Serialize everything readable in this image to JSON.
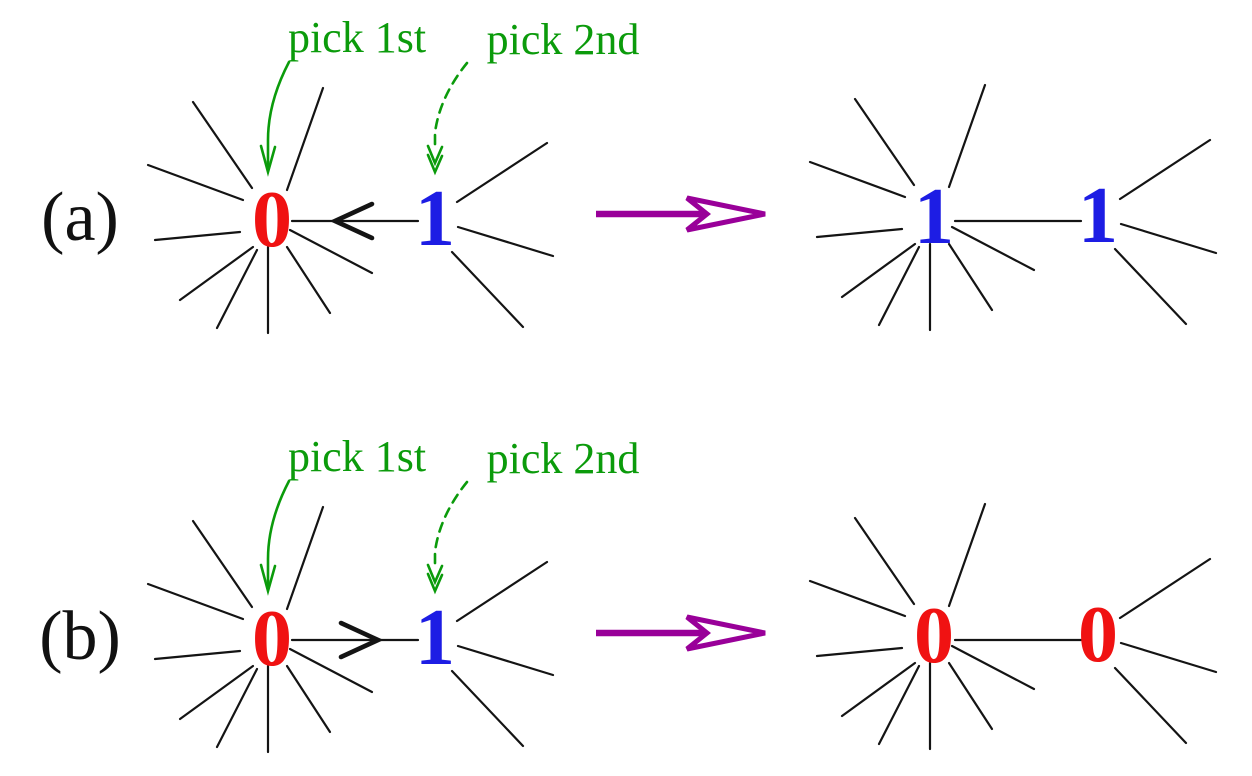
{
  "figure": {
    "description": "Two-panel node-update diagram: pick 1st node then pick 2nd node; state copied along the marked edge, producing the graph on the right.",
    "colors": {
      "red": "#f01212",
      "blue": "#1d1de4",
      "green": "#0b9b0b",
      "purple": "#990099",
      "line": "#141414"
    },
    "panels": [
      {
        "id": "a",
        "label": "(a)",
        "annotations": {
          "pick_first": "pick 1st",
          "pick_second": "pick 2nd"
        },
        "before": {
          "hub": {
            "label": "0",
            "color": "red"
          },
          "neighbor": {
            "label": "1",
            "color": "blue"
          },
          "edge_arrow_points_to": "hub"
        },
        "after": {
          "left_node": {
            "label": "1",
            "color": "blue"
          },
          "right_node": {
            "label": "1",
            "color": "blue"
          }
        }
      },
      {
        "id": "b",
        "label": "(b)",
        "annotations": {
          "pick_first": "pick 1st",
          "pick_second": "pick 2nd"
        },
        "before": {
          "hub": {
            "label": "0",
            "color": "red"
          },
          "neighbor": {
            "label": "1",
            "color": "blue"
          },
          "edge_arrow_points_to": "neighbor"
        },
        "after": {
          "left_node": {
            "label": "0",
            "color": "red"
          },
          "right_node": {
            "label": "0",
            "color": "red"
          }
        }
      }
    ]
  }
}
